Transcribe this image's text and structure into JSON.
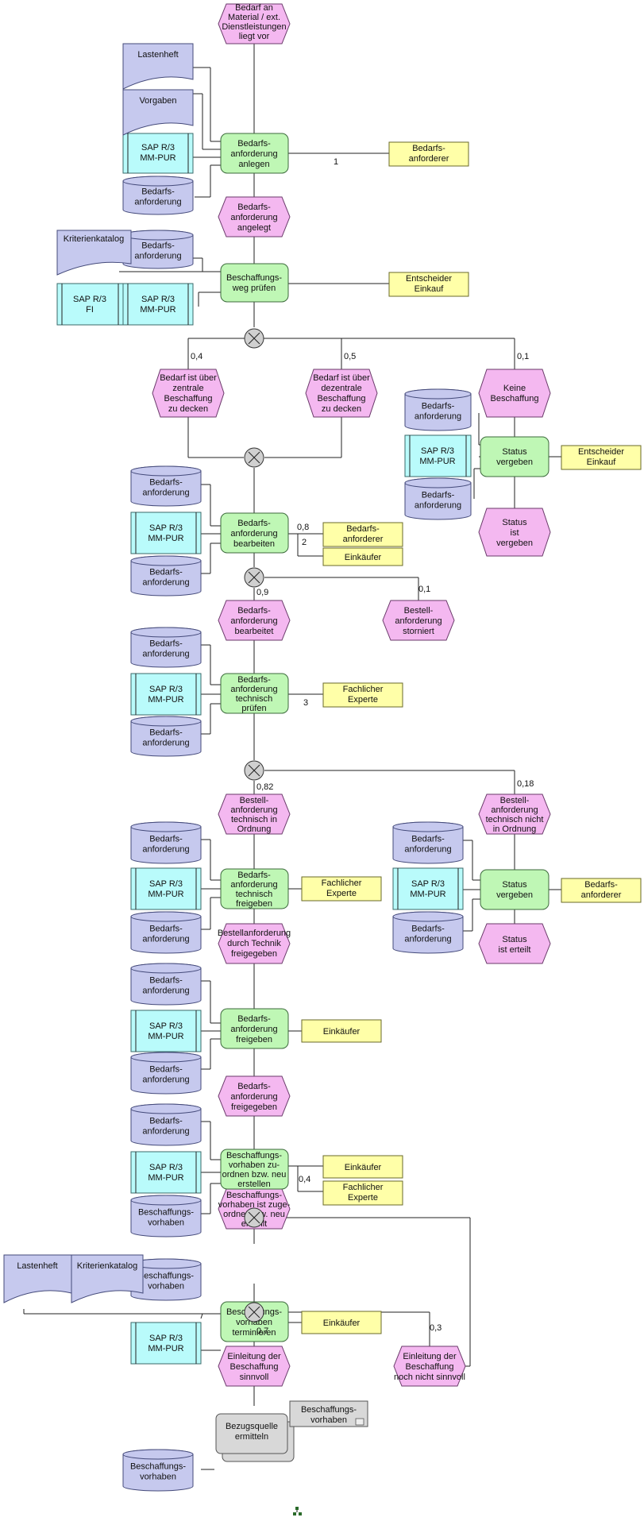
{
  "events": {
    "ev_bedarf_material": [
      "Bedarf an",
      "Material / ext.",
      "Dienstleistungen",
      "liegt vor"
    ],
    "ev_bedarfsanf_angelegt": [
      "Bedarfs-",
      "anforderung",
      "angelegt"
    ],
    "ev_zentral": [
      "Bedarf ist über",
      "zentrale",
      "Beschaffung",
      "zu decken"
    ],
    "ev_dezentral": [
      "Bedarf ist über",
      "dezentrale",
      "Beschaffung",
      "zu decken"
    ],
    "ev_keine": [
      "Keine",
      "Beschaffung"
    ],
    "ev_status_vergeben": [
      "Status",
      "ist",
      "vergeben"
    ],
    "ev_bearbeitet": [
      "Bedarfs-",
      "anforderung",
      "bearbeitet"
    ],
    "ev_storniert": [
      "Bestell-",
      "anforderung",
      "storniert"
    ],
    "ev_in_ordnung": [
      "Bestell-",
      "anforderung",
      "technisch in",
      "Ordnung"
    ],
    "ev_nicht_in_ordnung": [
      "Bestell-",
      "anforderung",
      "technisch nicht",
      "in Ordnung"
    ],
    "ev_durch_technik": [
      "Bestellanforderung",
      "durch Technik",
      "freigegeben"
    ],
    "ev_status_erteilt": [
      "Status",
      "ist erteilt"
    ],
    "ev_freigegeben": [
      "Bedarfs-",
      "anforderung",
      "freigegeben"
    ],
    "ev_zugeordnet": [
      "Beschaffungs-",
      "vorhaben ist zuge-",
      "ordnet bzw. neu",
      "erstellt"
    ],
    "ev_sinnvoll": [
      "Einleitung der",
      "Beschaffung",
      "sinnvoll"
    ],
    "ev_nicht_sinnvoll": [
      "Einleitung der",
      "Beschaffung",
      "noch nicht sinnvoll"
    ]
  },
  "functions": {
    "fn_anlegen": [
      "Bedarfs-",
      "anforderung",
      "anlegen"
    ],
    "fn_weg_pruefen": [
      "Beschaffungs-",
      "weg prüfen"
    ],
    "fn_status_vergeben_1": [
      "Status",
      "vergeben"
    ],
    "fn_bearbeiten": [
      "Bedarfs-",
      "anforderung",
      "bearbeiten"
    ],
    "fn_tech_pruefen": [
      "Bedarfs-",
      "anforderung",
      "technisch",
      "prüfen"
    ],
    "fn_tech_freigeben": [
      "Bedarfs-",
      "anforderung",
      "technisch",
      "freigeben"
    ],
    "fn_status_vergeben_2": [
      "Status",
      "vergeben"
    ],
    "fn_freigeben": [
      "Bedarfs-",
      "anforderung",
      "freigeben"
    ],
    "fn_zuordnen": [
      "Beschaffungs-",
      "vorhaben zu-",
      "ordnen bzw. neu",
      "erstellen"
    ],
    "fn_terminieren": [
      "Beschaffungs-",
      "vorhaben",
      "terminieren"
    ]
  },
  "process_interface": {
    "bezugsquelle": [
      "Bezugsquelle",
      "ermitteln"
    ]
  },
  "org_units": {
    "org_bedarfsanforderer_1": [
      "Bedarfs-",
      "anforderer"
    ],
    "org_entscheider_1": [
      "Entscheider",
      "Einkauf"
    ],
    "org_entscheider_2": [
      "Entscheider",
      "Einkauf"
    ],
    "org_bedarfsanforderer_2": [
      "Bedarfs-",
      "anforderer"
    ],
    "org_einkaeufer_1": [
      "Einkäufer"
    ],
    "org_fachlicher_1": [
      "Fachlicher",
      "Experte"
    ],
    "org_fachlicher_2": [
      "Fachlicher",
      "Experte"
    ],
    "org_bedarfsanforderer_3": [
      "Bedarfs-",
      "anforderer"
    ],
    "org_einkaeufer_2": [
      "Einkäufer"
    ],
    "org_einkaeufer_3": [
      "Einkäufer"
    ],
    "org_fachlicher_3": [
      "Fachlicher",
      "Experte"
    ],
    "org_einkaeufer_4": [
      "Einkäufer"
    ]
  },
  "systems": {
    "sap_mmpur": [
      "SAP R/3",
      "MM-PUR"
    ],
    "sap_fi": [
      "SAP R/3",
      "FI"
    ]
  },
  "data_objects": {
    "bedarfsanforderung": [
      "Bedarfs-",
      "anforderung"
    ],
    "beschaffungsvorhaben": [
      "Beschaffungs-",
      "vorhaben"
    ]
  },
  "documents": {
    "lastenheft": "Lastenheft",
    "vorgaben": "Vorgaben",
    "kriterienkatalog_1": "Kriterienkatalog",
    "kriterienkatalog_2": "Kriterienkatalog"
  },
  "edge_labels": {
    "l_1": "1",
    "l_04": "0,4",
    "l_05": "0,5",
    "l_01a": "0,1",
    "l_08": "0,8",
    "l_2": "2",
    "l_09": "0,9",
    "l_01b": "0,1",
    "l_3": "3",
    "l_082": "0,82",
    "l_018": "0,18",
    "l_04b": "0,4",
    "l_07": "0,7",
    "l_03": "0,3"
  },
  "colors": {
    "event": "#f4b8f0",
    "function": "#bff7b5",
    "org_unit": "#ffffa8",
    "system": "#b9fbfb",
    "data": "#c6c9ee"
  },
  "icons": [
    "xor-connector-icon",
    "process-interface-icon",
    "network-icon"
  ]
}
